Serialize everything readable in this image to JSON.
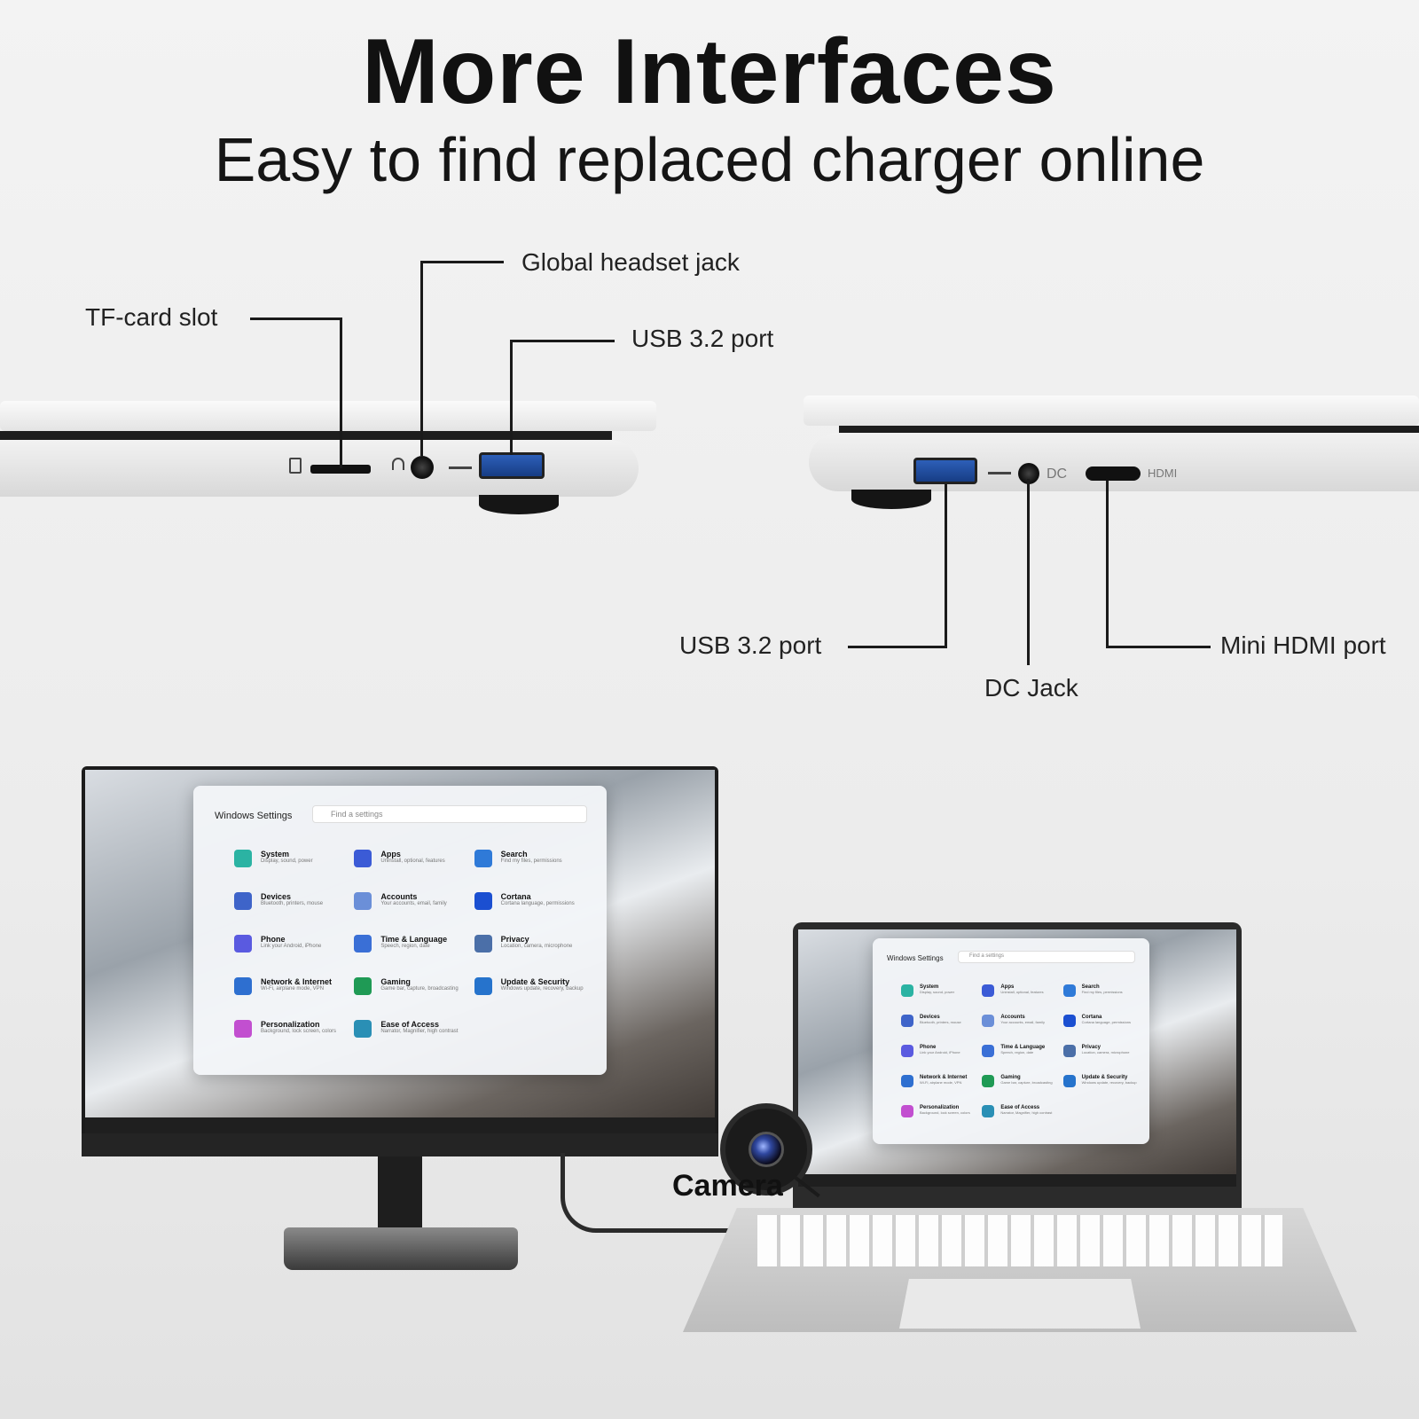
{
  "header": {
    "title": "More Interfaces",
    "subtitle": "Easy to find replaced charger online"
  },
  "left_side": {
    "tf_card_slot": "TF-card slot",
    "headset_jack": "Global headset jack",
    "usb_port": "USB 3.2  port"
  },
  "right_side": {
    "usb_port": "USB 3.2  port",
    "dc_jack": "DC Jack",
    "mini_hdmi": "Mini HDMI port",
    "printed_dc": "DC",
    "printed_hdmi": "HDMI"
  },
  "camera_label": "Camera",
  "windows_settings": {
    "title": "Windows Settings",
    "search_placeholder": "Find a settings",
    "items": [
      {
        "name": "System",
        "desc": "Display, sound, power",
        "color": "#2bb3a3"
      },
      {
        "name": "Apps",
        "desc": "Uninstall, optional, features",
        "color": "#3b5bd6"
      },
      {
        "name": "Search",
        "desc": "Find my files, permissions",
        "color": "#2f7ad8"
      },
      {
        "name": "Devices",
        "desc": "Bluetooth, printers, mouse",
        "color": "#3e64c9"
      },
      {
        "name": "Accounts",
        "desc": "Your accounts, email, family",
        "color": "#6b8fd8"
      },
      {
        "name": "Cortana",
        "desc": "Cortana language, permissions",
        "color": "#1b4fd1"
      },
      {
        "name": "Phone",
        "desc": "Link your Android, iPhone",
        "color": "#5a5ae0"
      },
      {
        "name": "Time & Language",
        "desc": "Speech, region, date",
        "color": "#3a6fd6"
      },
      {
        "name": "Privacy",
        "desc": "Location, camera, microphone",
        "color": "#4b6fa8"
      },
      {
        "name": "Network & Internet",
        "desc": "Wi-Fi, airplane mode, VPN",
        "color": "#2e6fd0"
      },
      {
        "name": "Gaming",
        "desc": "Game bar, capture, broadcasting",
        "color": "#1f9a55"
      },
      {
        "name": "Update & Security",
        "desc": "Windows update, recovery, backup",
        "color": "#2673cc"
      },
      {
        "name": "Personalization",
        "desc": "Background, lock screen, colors",
        "color": "#c24fd0"
      },
      {
        "name": "Ease of Access",
        "desc": "Narrator, Magnifier, high contrast",
        "color": "#2a8fb5"
      }
    ]
  },
  "icons": {
    "sd": "sd-card-icon",
    "headphones": "headphones-icon",
    "usb": "usb-icon"
  }
}
